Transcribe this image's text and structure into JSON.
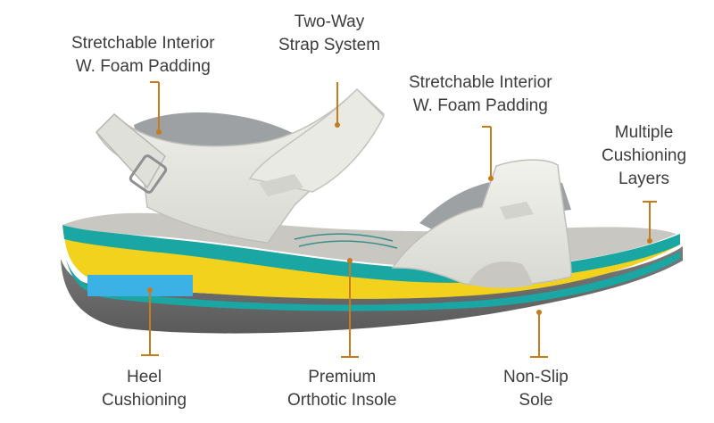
{
  "callouts": [
    {
      "id": "interior-left",
      "lines": [
        "Stretchable Interior",
        "W. Foam Padding"
      ]
    },
    {
      "id": "strap",
      "lines": [
        "Two-Way",
        "Strap System"
      ]
    },
    {
      "id": "interior-right",
      "lines": [
        "Stretchable Interior",
        "W. Foam Padding"
      ]
    },
    {
      "id": "cushion-layers",
      "lines": [
        "Multiple",
        "Cushioning",
        "Layers"
      ]
    },
    {
      "id": "heel",
      "lines": [
        "Heel",
        "Cushioning"
      ]
    },
    {
      "id": "insole",
      "lines": [
        "Premium",
        "Orthotic Insole"
      ]
    },
    {
      "id": "sole",
      "lines": [
        "Non-Slip",
        "Sole"
      ]
    }
  ],
  "colors": {
    "leader": "#c77b1c",
    "text": "#3c3c3c",
    "outsole": "#6f6f6f",
    "midsole_teal": "#1aa6a3",
    "insole_yellow": "#f2d21c",
    "heel_pad_blue": "#3bb1e6",
    "upper_strap": "#e6e7e1",
    "footbed": "#c9c7c1"
  }
}
